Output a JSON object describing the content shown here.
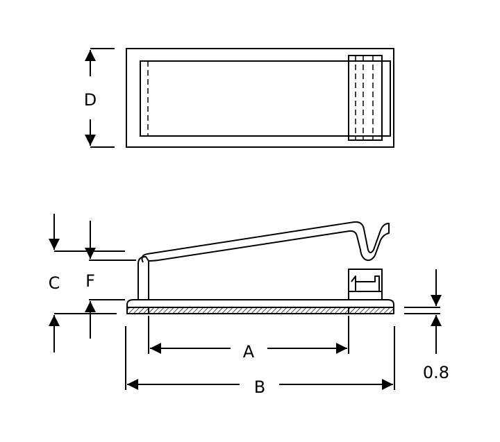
{
  "labels": {
    "dim_a": "A",
    "dim_b": "B",
    "dim_c": "C",
    "dim_d": "D",
    "dim_f": "F",
    "thickness": "0.8"
  },
  "colors": {
    "line": "#000000",
    "background": "#ffffff"
  }
}
